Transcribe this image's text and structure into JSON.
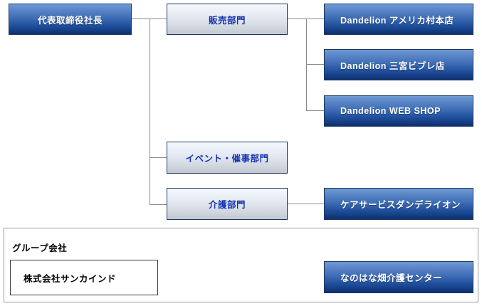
{
  "diagram": {
    "title_text": "",
    "colors": {
      "blue_node_top": "#6e9ad4",
      "blue_node_bottom": "#0d2f6e",
      "blue_node_border": "#1f3864",
      "blue_node_text": "#ffffff",
      "silver_node_top": "#f6f8fc",
      "silver_node_bottom": "#c2c8d0",
      "silver_node_text": "#1434b0",
      "orange_node_top": "#fbe2c6",
      "orange_node_bottom": "#ea7d16",
      "orange_node_border": "#3a3a3a",
      "orange_node_text": "#000000",
      "connector_line": "#8a8a8a",
      "panel_border": "#9a9a9a",
      "background": "#ffffff"
    },
    "nodes": {
      "president": "代表取締役社長",
      "sales_division": "販売部門",
      "event_division": "イベント・催事部門",
      "care_division": "介護部門",
      "store_amerikamura": "Dandelion アメリカ村本店",
      "store_sannomiya": "Dandelion 三宮ビブレ店",
      "store_webshop": "Dandelion WEB SHOP",
      "care_service": "ケアサービスダンデライオン",
      "group_company": "株式会社サンカインド",
      "nanohana_center": "なのはな畑介護センター"
    },
    "group_panel": {
      "label": "グループ会社"
    }
  }
}
